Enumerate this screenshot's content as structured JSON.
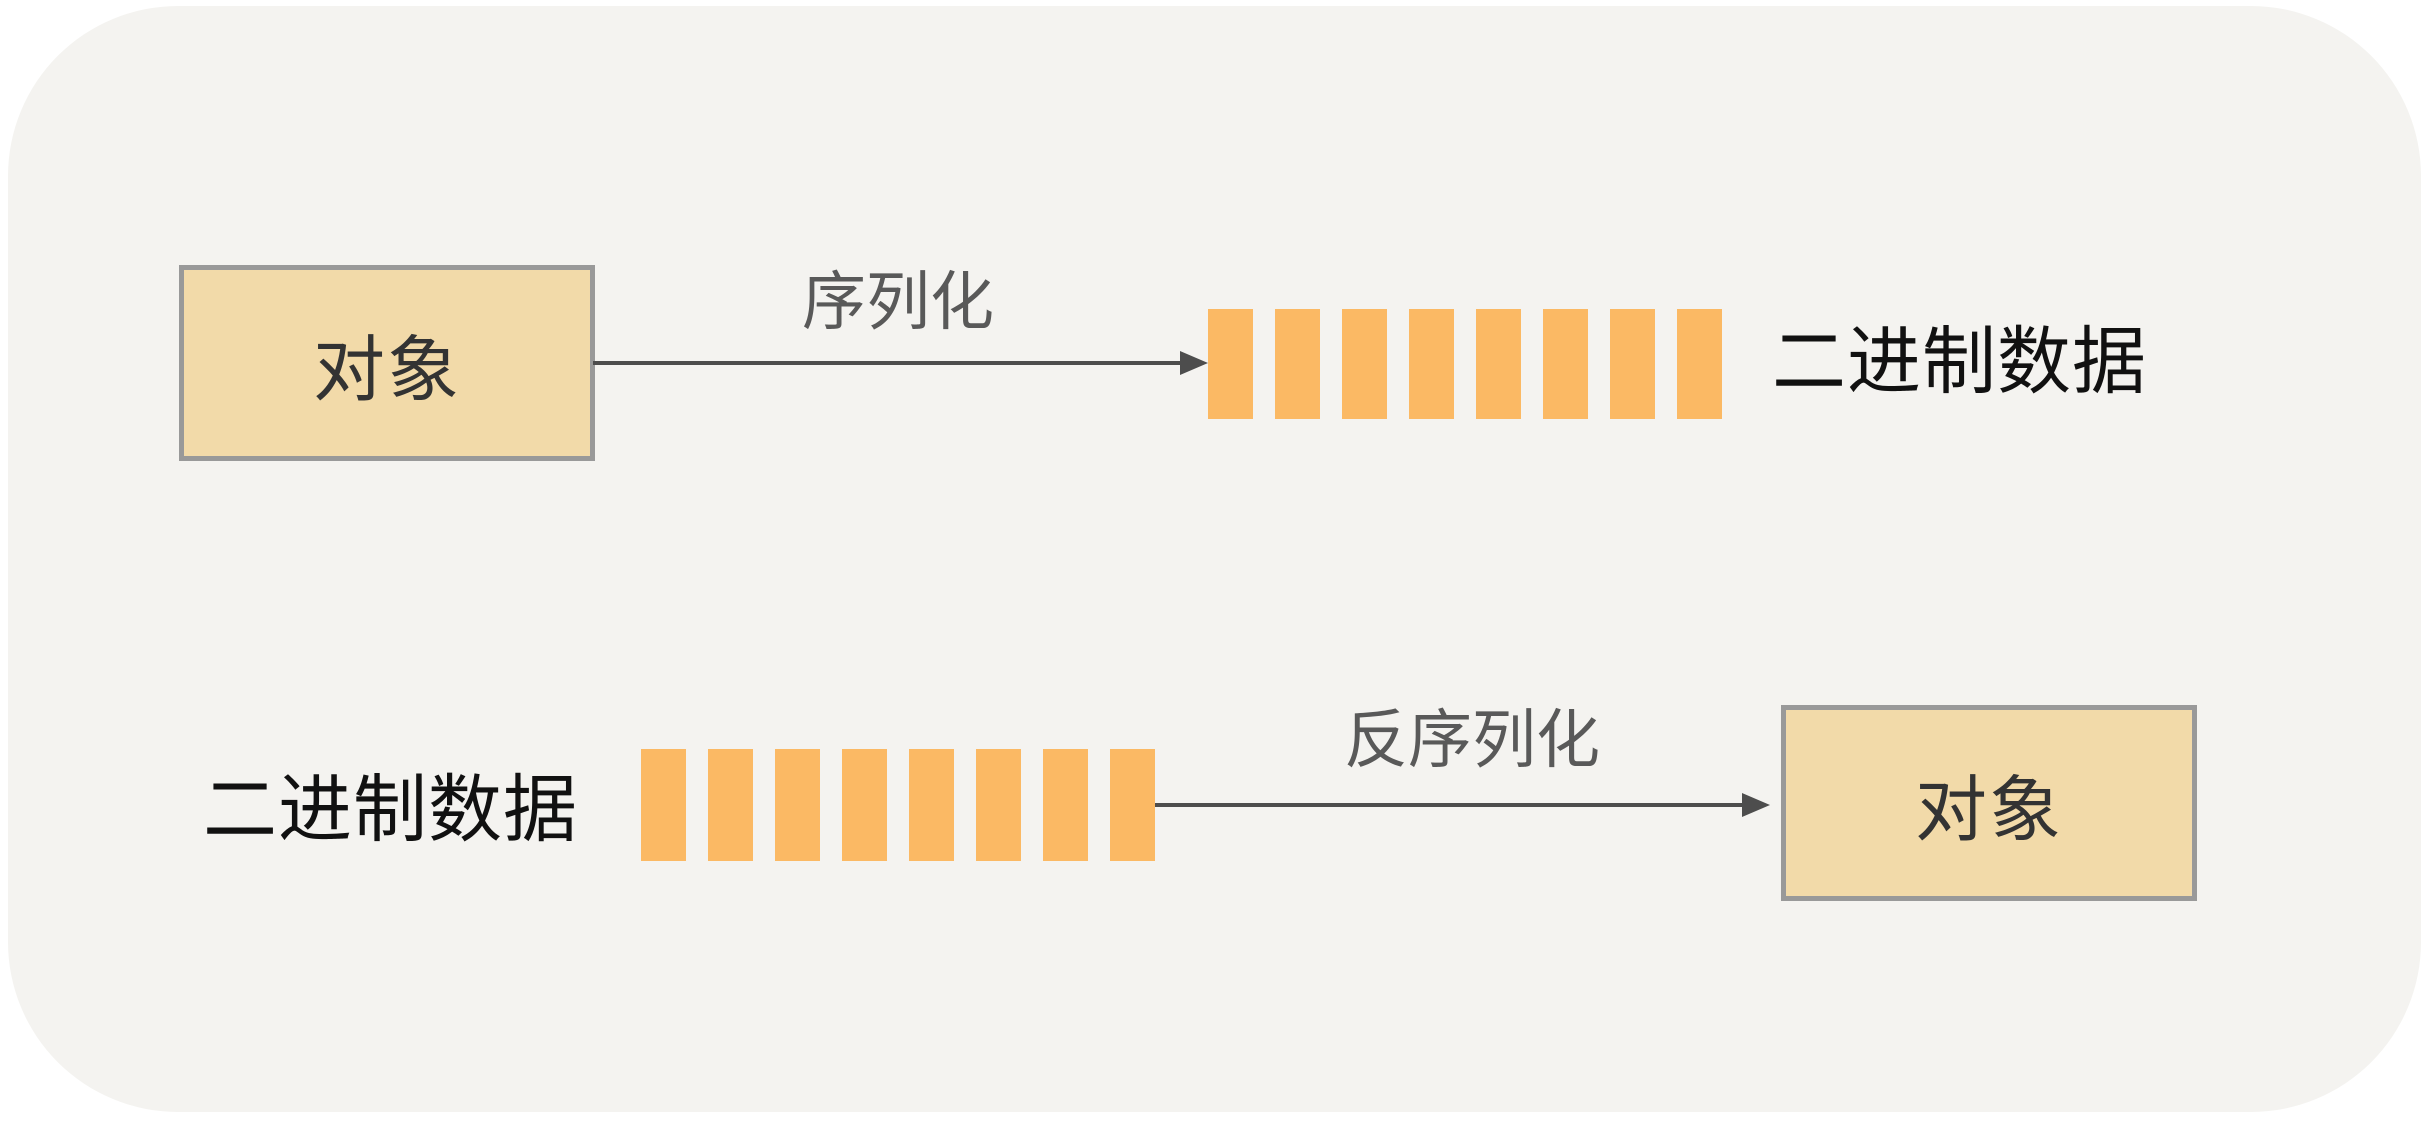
{
  "diagram_type": "serialization-flow",
  "colors": {
    "page_background": "#FFFFFF",
    "panel_background": "#F4F3F0",
    "bar_orange": "#FBB964",
    "box_fill": "#F2DAA9",
    "box_border": "#999999",
    "arrow_gray": "#4D4D4D",
    "arrow_label_gray": "#595959",
    "binary_text_black": "#111111",
    "box_text_dark": "#333333"
  },
  "flows": [
    {
      "name": "serialization",
      "direction": "box-to-binary",
      "source_box_label": "对象",
      "arrow_label": "序列化",
      "binary_label": "二进制数据",
      "bar_count": 8
    },
    {
      "name": "deserialization",
      "direction": "binary-to-box",
      "binary_label": "二进制数据",
      "arrow_label": "反序列化",
      "target_box_label": "对象",
      "bar_count": 8
    }
  ]
}
